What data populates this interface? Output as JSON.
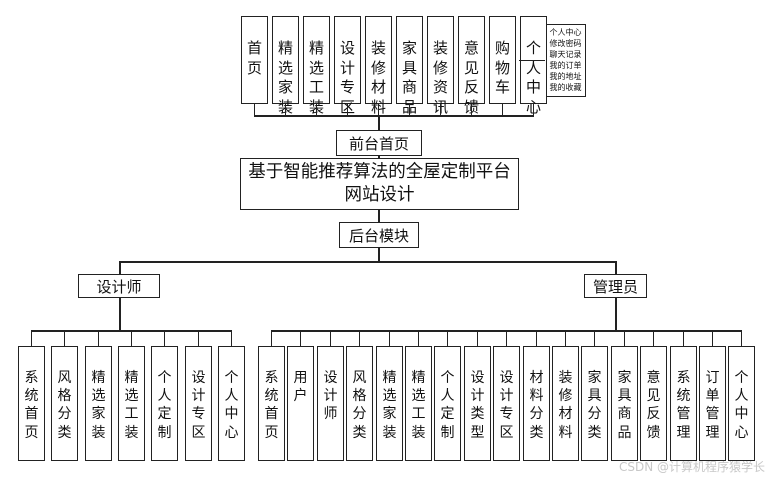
{
  "top_nodes": [
    {
      "name": "top-首页",
      "label": "首页"
    },
    {
      "name": "top-精选家装",
      "label": "精选家装"
    },
    {
      "name": "top-精选工装",
      "label": "精选工装"
    },
    {
      "name": "top-设计专区",
      "label": "设计专区"
    },
    {
      "name": "top-装修材料",
      "label": "装修材料"
    },
    {
      "name": "top-家具商品",
      "label": "家具商品"
    },
    {
      "name": "top-装修资讯",
      "label": "装修资讯"
    },
    {
      "name": "top-意见反馈",
      "label": "意见反馈"
    },
    {
      "name": "top-购物车",
      "label": "购物车"
    },
    {
      "name": "top-个人中心",
      "label": "个人中心"
    }
  ],
  "personal_submenu": [
    "个人中心",
    "修改密码",
    "聊天记录",
    "我的订单",
    "我的地址",
    "我的收藏"
  ],
  "front_label": "前台首页",
  "title": "基于智能推荐算法的全屋定制平台网站设计",
  "backend_label": "后台模块",
  "designer_label": "设计师",
  "admin_label": "管理员",
  "designer_nodes": [
    {
      "label": "系统首页"
    },
    {
      "label": "风格分类"
    },
    {
      "label": "精选家装"
    },
    {
      "label": "精选工装"
    },
    {
      "label": "个人定制"
    },
    {
      "label": "设计专区"
    },
    {
      "label": "个人中心"
    }
  ],
  "admin_nodes": [
    {
      "label": "系统首页"
    },
    {
      "label": "用户"
    },
    {
      "label": "设计师"
    },
    {
      "label": "风格分类"
    },
    {
      "label": "精选家装"
    },
    {
      "label": "精选工装"
    },
    {
      "label": "个人定制"
    },
    {
      "label": "设计类型"
    },
    {
      "label": "设计专区"
    },
    {
      "label": "材料分类"
    },
    {
      "label": "装修材料"
    },
    {
      "label": "家具分类"
    },
    {
      "label": "家具商品"
    },
    {
      "label": "意见反馈"
    },
    {
      "label": "系统管理"
    },
    {
      "label": "订单管理"
    },
    {
      "label": "个人中心"
    }
  ],
  "watermark": "CSDN @计算机程序猿学长"
}
